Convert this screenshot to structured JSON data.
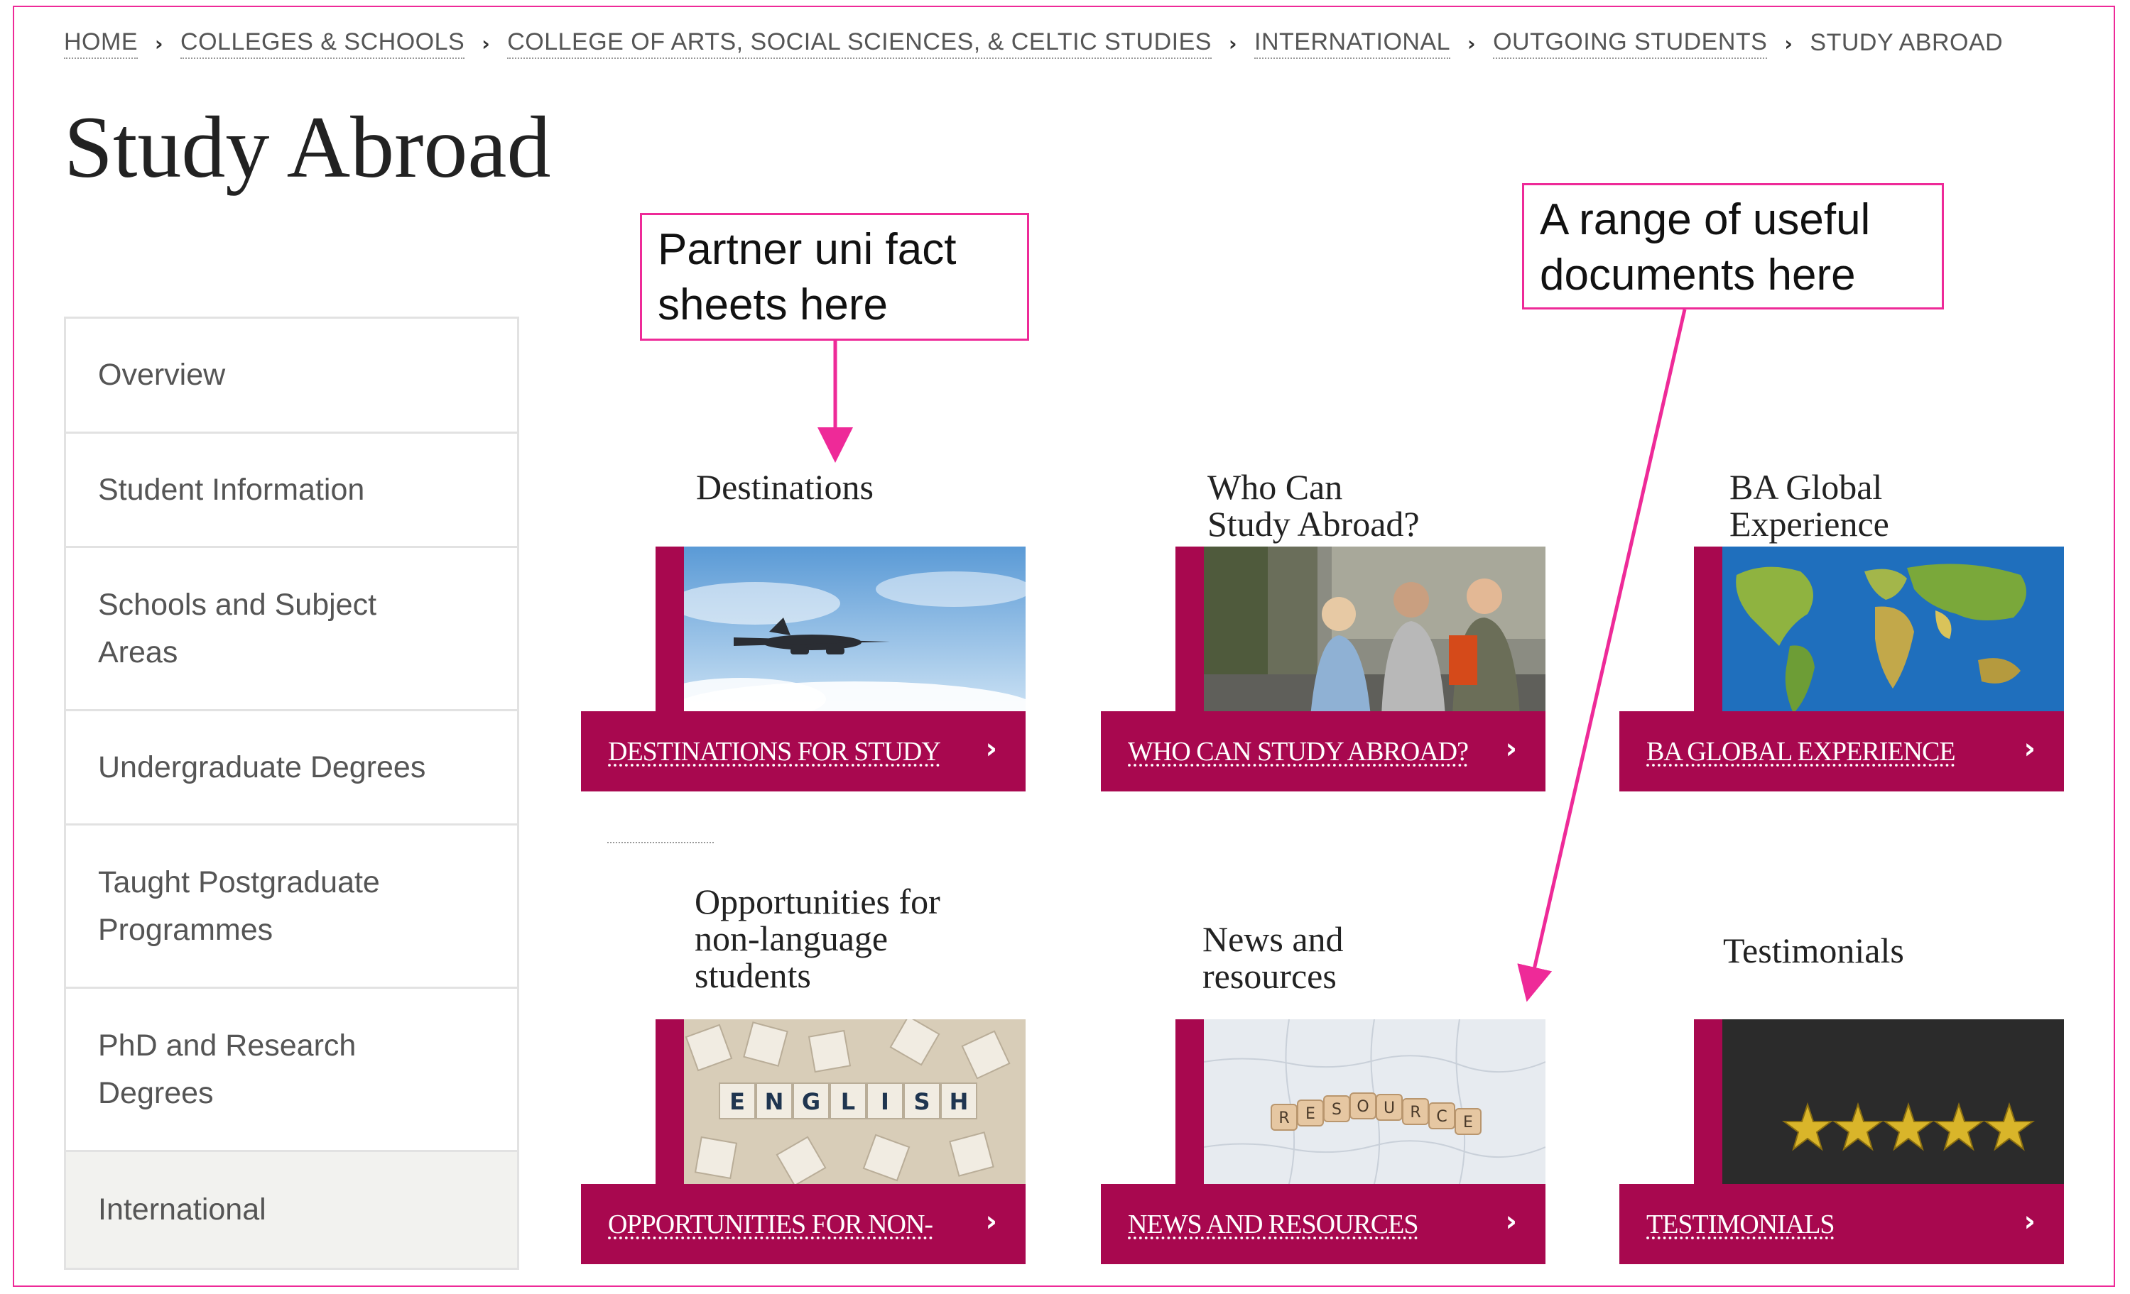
{
  "breadcrumb": {
    "items": [
      "HOME",
      "COLLEGES & SCHOOLS",
      "COLLEGE OF ARTS, SOCIAL SCIENCES, & CELTIC STUDIES",
      "INTERNATIONAL",
      "OUTGOING STUDENTS",
      "STUDY ABROAD"
    ],
    "separator": "›"
  },
  "page_title": "Study Abroad",
  "sidebar": {
    "items": [
      {
        "label": "Overview"
      },
      {
        "label": "Student Information"
      },
      {
        "label": "Schools and Subject\nAreas"
      },
      {
        "label": "Undergraduate Degrees"
      },
      {
        "label": "Taught Postgraduate\nProgrammes"
      },
      {
        "label": "PhD and Research\nDegrees"
      },
      {
        "label": "International"
      }
    ],
    "active_index": 6
  },
  "callouts": {
    "partner": "Partner uni fact sheets here",
    "documents": "A range of useful documents here"
  },
  "cards": [
    {
      "title": "Destinations",
      "link": "DESTINATIONS FOR STUDY",
      "image": "airplane-photo"
    },
    {
      "title": "Who Can\nStudy Abroad?",
      "link": "WHO CAN STUDY ABROAD?",
      "image": "students-photo"
    },
    {
      "title": "BA Global\nExperience",
      "link": "BA GLOBAL EXPERIENCE",
      "image": "world-map"
    },
    {
      "title": "Opportunities for\nnon-language\nstudents",
      "link": "OPPORTUNITIES FOR NON-",
      "image": "english-tiles-photo"
    },
    {
      "title": "News and\nresources",
      "link": "NEWS AND RESOURCES",
      "image": "resources-blocks-photo"
    },
    {
      "title": "Testimonials",
      "link": "TESTIMONIALS",
      "image": "five-stars-photo"
    }
  ],
  "colors": {
    "accent": "#a8084f",
    "annotation": "#ee2a98"
  },
  "icons": {
    "chevron": "chevron-right-icon"
  }
}
